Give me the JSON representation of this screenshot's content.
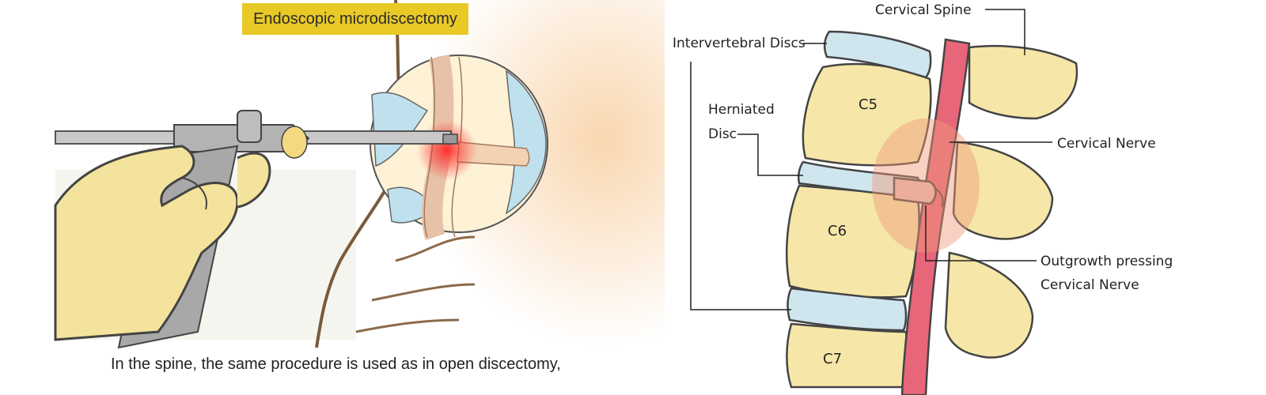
{
  "left": {
    "title": "Endoscopic microdiscectomy",
    "caption": "In the spine, the same procedure is used as in open discectomy,"
  },
  "right": {
    "labels": {
      "cervical_spine": "Cervical Spine",
      "intervertebral_discs": "Intervertebral Discs",
      "herniated_line1": "Herniated",
      "herniated_line2": "Disc",
      "cervical_nerve": "Cervical Nerve",
      "outgrowth_line1": "Outgrowth pressing",
      "outgrowth_line2": "Cervical Nerve"
    },
    "vertebrae": [
      "C5",
      "C6",
      "C7"
    ]
  },
  "colors": {
    "bone": "#f6e7a8",
    "disc": "#cfe6ef",
    "nerve": "#e8667a",
    "highlight": "#ee4444",
    "title_bg": "#e8c926",
    "outline": "#444444"
  }
}
